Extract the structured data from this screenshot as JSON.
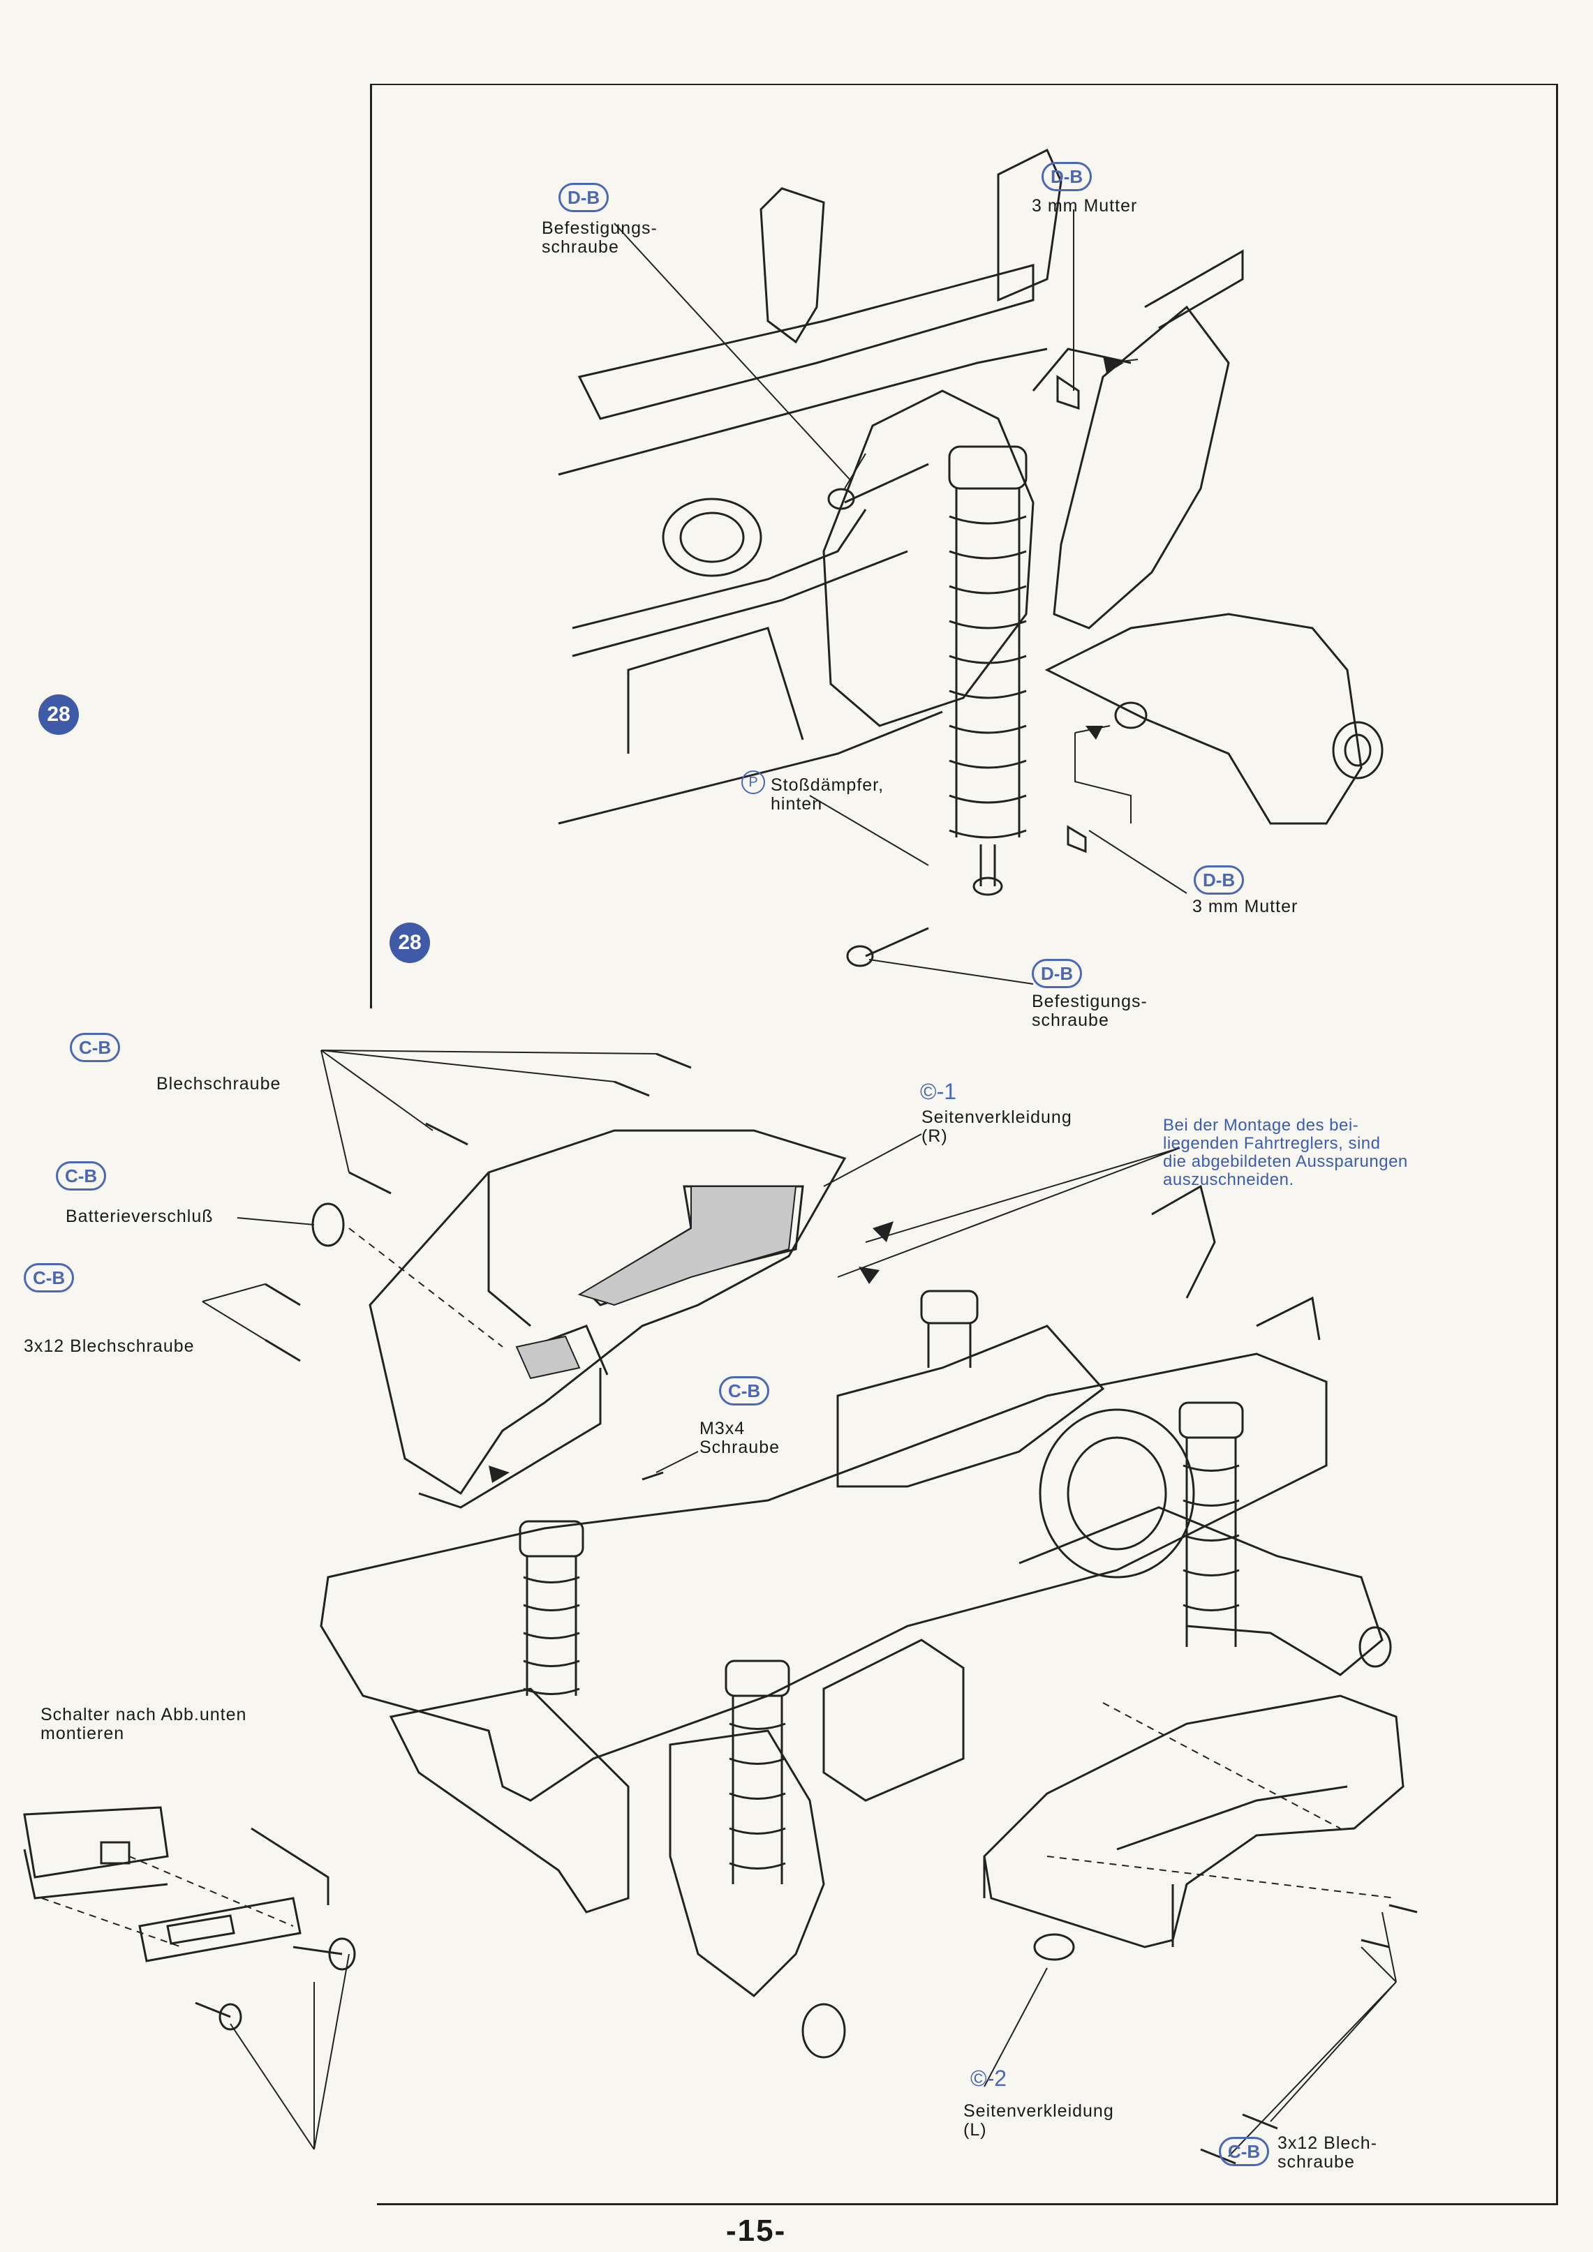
{
  "page_number": "-15-",
  "step_number": "28",
  "top": {
    "screw_left": {
      "code": "D-B",
      "text": "Befestigungs-\nschraube"
    },
    "nut_top": {
      "code": "D-B",
      "text": "3 mm Mutter"
    },
    "shock": {
      "code": "P",
      "text": "Stoßdämpfer,\nhinten"
    },
    "nut_bottom": {
      "code": "D-B",
      "text": "3 mm Mutter"
    },
    "screw_bottom": {
      "code": "D-B",
      "text": "Befestigungs-\nschraube"
    }
  },
  "bottom": {
    "blech": {
      "code": "C-B",
      "text": "Blechschraube"
    },
    "batterie": {
      "code": "C-B",
      "text": "Batterieverschluß"
    },
    "blech3x12": {
      "code": "C-B",
      "text": "3x12 Blechschraube"
    },
    "cover_r": {
      "code": "©-1",
      "text": "Seitenverkleidung\n(R)"
    },
    "note": "Bei der Montage des bei-\nliegenden Fahrtreglers, sind\ndie abgebildeten Aussparungen\nauszuschneiden.",
    "m3x4": {
      "code": "C-B",
      "text": "M3x4\nSchraube"
    },
    "switch_note": "Schalter nach Abb.unten\nmontieren",
    "cover_l": {
      "code": "©-2",
      "text": "Seitenverkleidung\n(L)"
    },
    "blech_right": {
      "code": "C-B",
      "text": "3x12 Blech-\nschraube"
    }
  }
}
